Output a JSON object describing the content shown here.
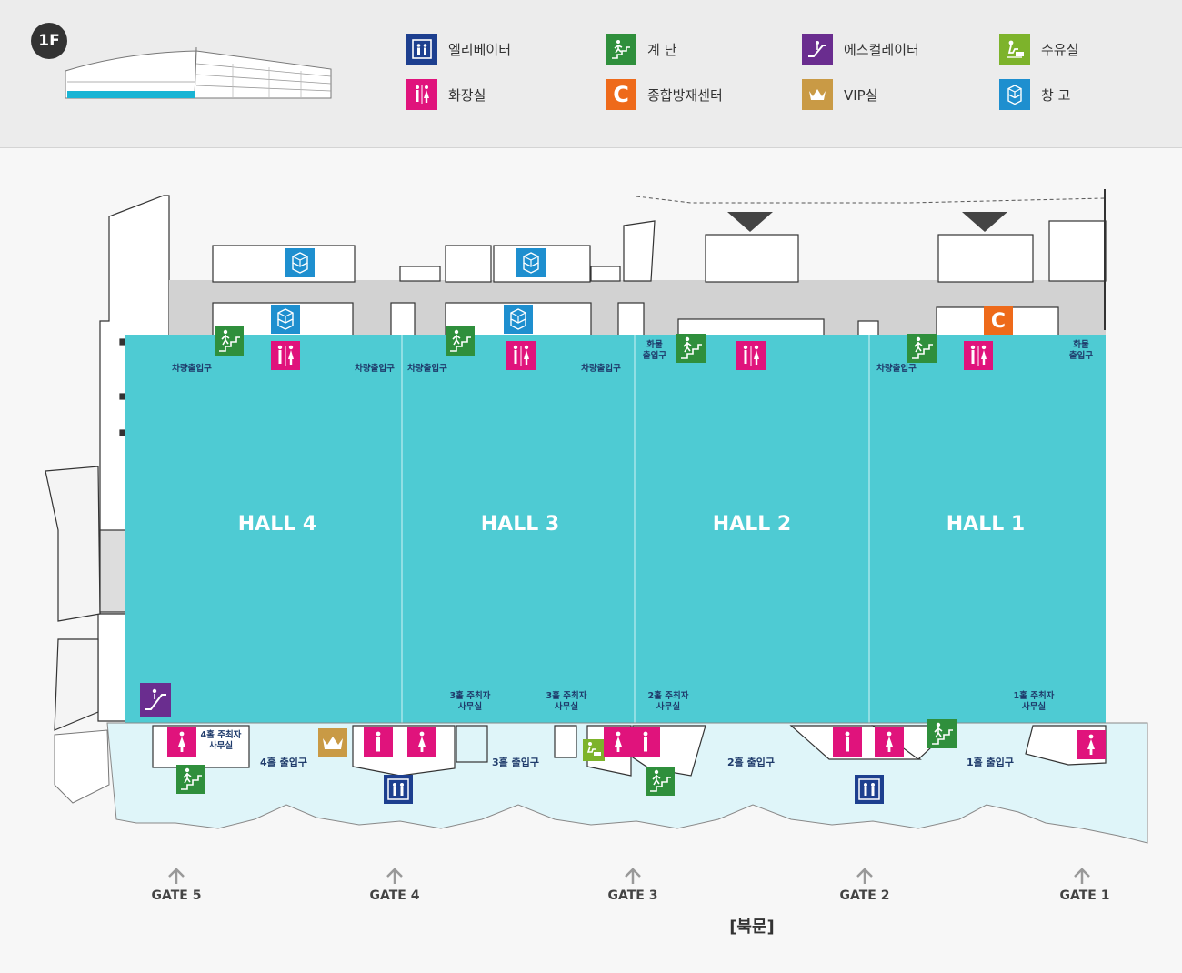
{
  "floor": {
    "label": "1F"
  },
  "colors": {
    "hall": "#4ecbd3",
    "lobby": "#dff5f9",
    "corridor": "#d2d2d2",
    "elevator": "#1d3f8f",
    "stairs": "#2f8f3c",
    "escalator": "#6a2d8f",
    "nursing": "#7db32b",
    "restroom": "#e0137c",
    "disaster_center": "#ee6a1a",
    "vip": "#c99a45",
    "storage": "#1e8fcf"
  },
  "legend": [
    {
      "id": "elevator",
      "icon": "elevator-icon",
      "label": "엘리베이터"
    },
    {
      "id": "stairs",
      "icon": "stairs-icon",
      "label": "계 단"
    },
    {
      "id": "escalator",
      "icon": "escalator-icon",
      "label": "에스컬레이터"
    },
    {
      "id": "nursing",
      "icon": "nursing-room-icon",
      "label": "수유실"
    },
    {
      "id": "restroom",
      "icon": "restroom-icon",
      "label": "화장실"
    },
    {
      "id": "disaster",
      "icon": "disaster-center-icon",
      "label": "종합방재센터",
      "glyph": "C"
    },
    {
      "id": "vip",
      "icon": "crown-icon",
      "label": "VIP실"
    },
    {
      "id": "storage",
      "icon": "storage-icon",
      "label": "창 고"
    }
  ],
  "map": {
    "halls": [
      {
        "name": "HALL 4"
      },
      {
        "name": "HALL 3"
      },
      {
        "name": "HALL 2"
      },
      {
        "name": "HALL 1"
      }
    ],
    "vehicle_entrances": [
      "차량출입구",
      "차량출입구",
      "차량출입구",
      "차량출입구",
      "차량출입구"
    ],
    "cargo_entrance": [
      "화물",
      "출입구"
    ],
    "hall_entrances": [
      "4홀 출입구",
      "3홀 출입구",
      "2홀 출입구",
      "1홀 출입구"
    ],
    "organizer_offices": [
      [
        "4홀 주최자",
        "사무실"
      ],
      [
        "3홀 주최자",
        "사무실"
      ],
      [
        "3홀 주최자",
        "사무실"
      ],
      [
        "2홀 주최자",
        "사무실"
      ],
      [
        "1홀 주최자",
        "사무실"
      ]
    ],
    "gates": [
      "GATE 5",
      "GATE 4",
      "GATE 3",
      "GATE 2",
      "GATE 1"
    ],
    "direction": "[북문]",
    "disaster_glyph": "C"
  }
}
